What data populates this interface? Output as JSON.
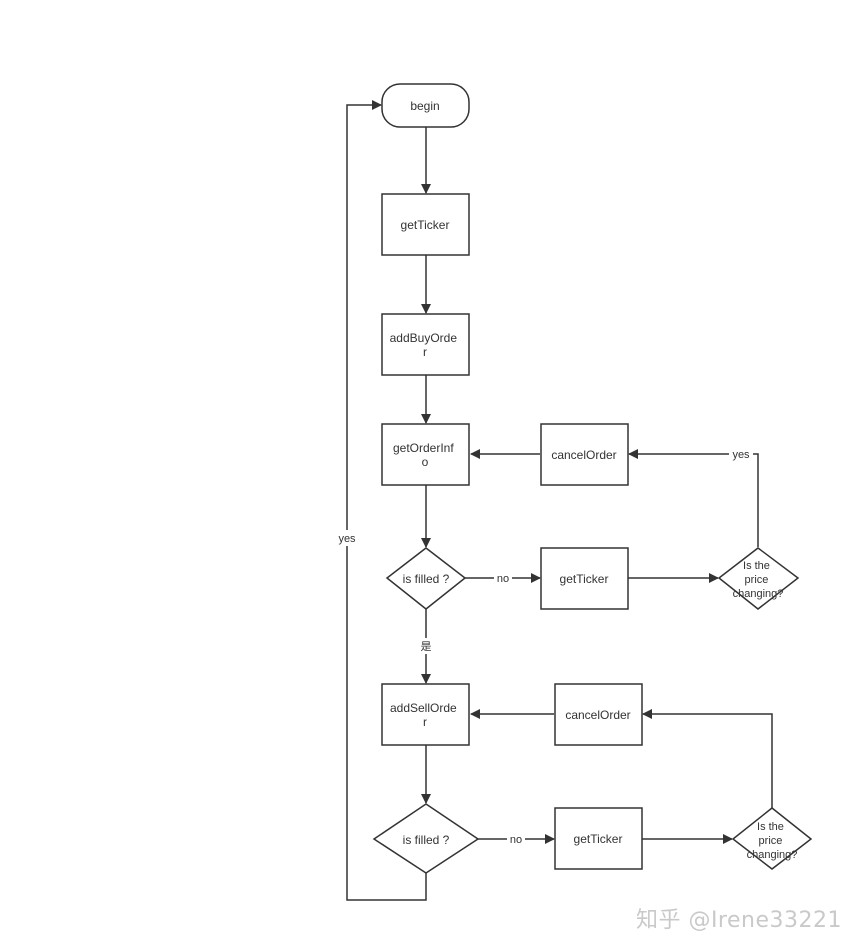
{
  "nodes": {
    "begin": "begin",
    "get_ticker_1": "getTicker",
    "add_buy_order": [
      "addBuyOrde",
      "r"
    ],
    "get_order_info": [
      "getOrderInf",
      "o"
    ],
    "cancel_order_1": "cancelOrder",
    "is_filled_1": "is filled ?",
    "get_ticker_2": "getTicker",
    "price_changing_1": [
      "Is the",
      "price",
      "changing?"
    ],
    "add_sell_order": [
      "addSellOrde",
      "r"
    ],
    "cancel_order_2": "cancelOrder",
    "is_filled_2": "is filled ?",
    "get_ticker_3": "getTicker",
    "price_changing_2": [
      "Is the",
      "price",
      "changing?"
    ]
  },
  "edge_labels": {
    "loop_yes": "yes",
    "filled1_no": "no",
    "price1_yes": "yes",
    "filled1_yes_cn": "是",
    "filled2_no": "no"
  },
  "watermark": "知乎 @Irene33221"
}
